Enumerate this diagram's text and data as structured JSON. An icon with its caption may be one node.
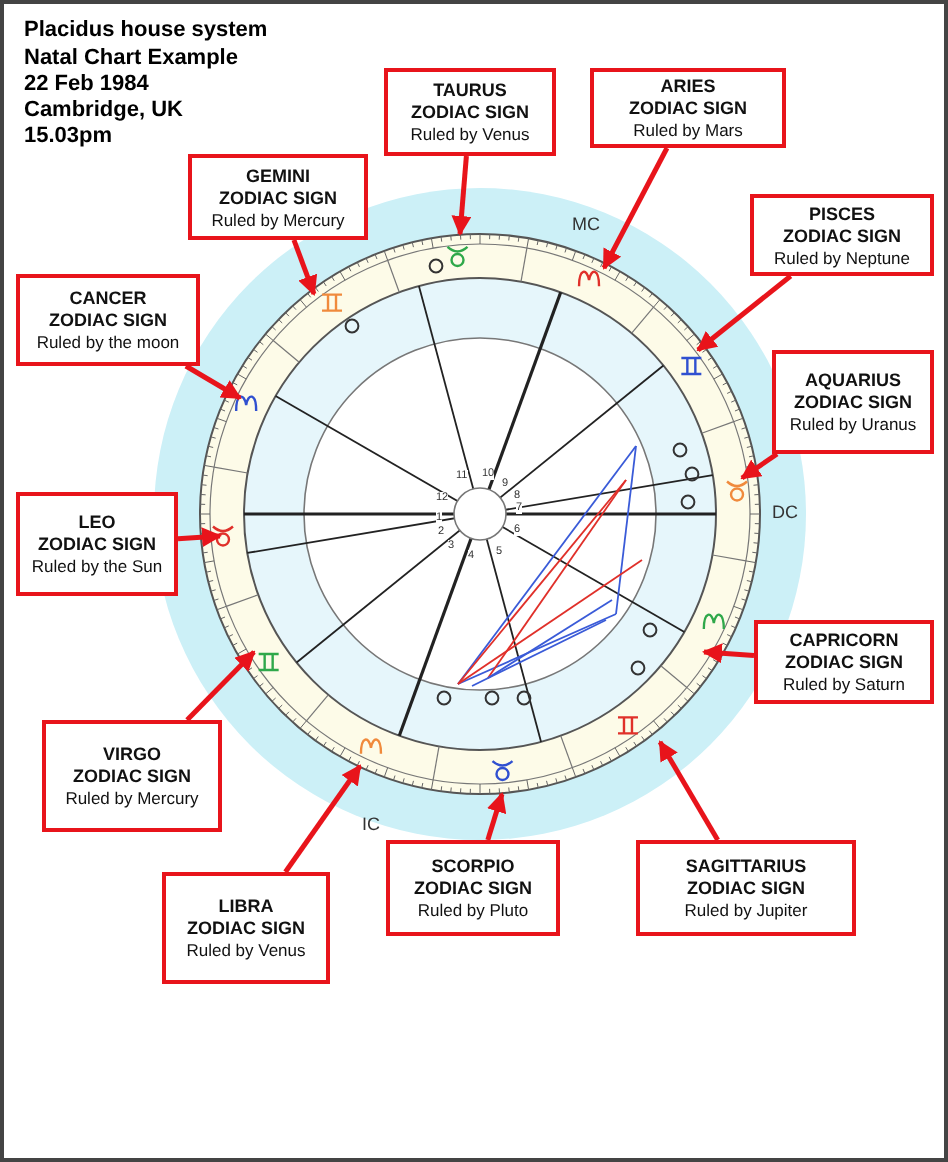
{
  "diagram": {
    "title": "Placidus house system",
    "nodes": [
      {
        "text": [
          "TAURUS",
          "ZODIAC SIGN",
          "Ruled by Venus"
        ]
      },
      {
        "text": [
          "ARIES",
          "ZODIAC SIGN",
          "Ruled by Mars"
        ]
      },
      {
        "text": [
          "GEMINI",
          "ZODIAC SIGN",
          "Ruled by Mercury"
        ]
      },
      {
        "text": [
          "PISCES",
          "ZODIAC SIGN",
          "Ruled by Neptune"
        ]
      },
      {
        "text": [
          "CANCER",
          "ZODIAC SIGN",
          "Ruled by the moon"
        ]
      },
      {
        "text": [
          "AQUARIUS",
          "ZODIAC SIGN",
          "Ruled by Uranus"
        ]
      },
      {
        "text": [
          "LEO",
          "ZODIAC SIGN",
          "Ruled by the Sun"
        ]
      },
      {
        "text": [
          "CAPRICORN",
          "ZODIAC SIGN",
          "Ruled by Saturn"
        ]
      },
      {
        "text": [
          "VIRGO",
          "ZODIAC SIGN",
          "Ruled by Mercury"
        ]
      },
      {
        "text": [
          "LIBRA",
          "ZODIAC SIGN",
          "Ruled by Venus"
        ]
      },
      {
        "text": [
          "SCORPIO",
          "ZODIAC SIGN",
          "Ruled by Pluto"
        ]
      },
      {
        "text": [
          "SAGITTARIUS",
          "ZODIAC SIGN",
          "Ruled by Jupiter"
        ]
      }
    ],
    "edges": [
      {
        "from": 0,
        "to": null,
        "arrow": "to"
      },
      {
        "from": 1,
        "to": null,
        "arrow": "to"
      },
      {
        "from": 2,
        "to": null,
        "arrow": "to"
      },
      {
        "from": 3,
        "to": null,
        "arrow": "to"
      },
      {
        "from": 4,
        "to": null,
        "arrow": "to"
      },
      {
        "from": 5,
        "to": null,
        "arrow": "to"
      },
      {
        "from": 6,
        "to": null,
        "arrow": "to"
      },
      {
        "from": 7,
        "to": null,
        "arrow": "to"
      },
      {
        "from": 8,
        "to": null,
        "arrow": "to"
      },
      {
        "from": 9,
        "to": null,
        "arrow": "to"
      },
      {
        "from": 10,
        "to": null,
        "arrow": "to"
      },
      {
        "from": 11,
        "to": null,
        "arrow": "to"
      }
    ],
    "labels": [
      "Natal Chart Example",
      "22 Feb 1984",
      "Cambridge, UK",
      "15.03pm",
      "MC",
      "DC",
      "IC",
      "11",
      "10",
      "9",
      "8",
      "12",
      "7",
      "1",
      "6",
      "2",
      "5",
      "3",
      "4"
    ]
  }
}
